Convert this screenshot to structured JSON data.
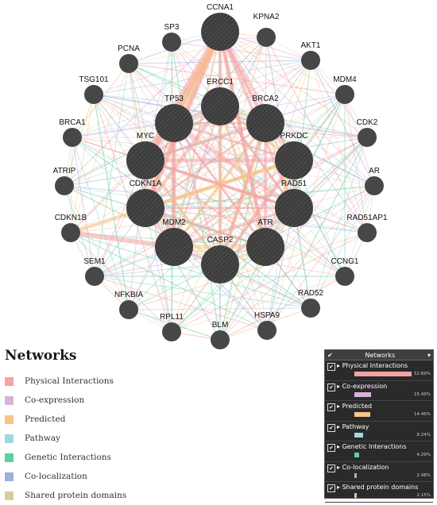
{
  "network": {
    "nodes": [
      {
        "id": "CCNA1",
        "big": true
      },
      {
        "id": "SP3",
        "big": false
      },
      {
        "id": "KPNA2",
        "big": false
      },
      {
        "id": "PCNA",
        "big": false
      },
      {
        "id": "AKT1",
        "big": false
      },
      {
        "id": "TSG101",
        "big": false
      },
      {
        "id": "MDM4",
        "big": false
      },
      {
        "id": "ERCC1",
        "big": true
      },
      {
        "id": "TP53",
        "big": true
      },
      {
        "id": "BRCA2",
        "big": true
      },
      {
        "id": "BRCA1",
        "big": false
      },
      {
        "id": "CDK2",
        "big": false
      },
      {
        "id": "MYC",
        "big": true
      },
      {
        "id": "PRKDC",
        "big": true
      },
      {
        "id": "ATRIP",
        "big": false
      },
      {
        "id": "AR",
        "big": false
      },
      {
        "id": "CDKN1A",
        "big": true
      },
      {
        "id": "RAD51",
        "big": true
      },
      {
        "id": "CDKN1B",
        "big": false
      },
      {
        "id": "RAD51AP1",
        "big": false
      },
      {
        "id": "MDM2",
        "big": true
      },
      {
        "id": "CASP2",
        "big": true
      },
      {
        "id": "ATR",
        "big": true
      },
      {
        "id": "SEM1",
        "big": false
      },
      {
        "id": "CCNG1",
        "big": false
      },
      {
        "id": "NFKBIA",
        "big": false
      },
      {
        "id": "RAD52",
        "big": false
      },
      {
        "id": "RPL11",
        "big": false
      },
      {
        "id": "HSPA9",
        "big": false
      },
      {
        "id": "BLM",
        "big": false
      }
    ]
  },
  "legend": {
    "title": "Networks",
    "items": [
      {
        "label": "Physical Interactions",
        "color": "#f4a3a3"
      },
      {
        "label": "Co-expression",
        "color": "#d8b3da"
      },
      {
        "label": "Predicted",
        "color": "#f7c58a"
      },
      {
        "label": "Pathway",
        "color": "#9fd9df"
      },
      {
        "label": "Genetic Interactions",
        "color": "#5fd19a"
      },
      {
        "label": "Co-localization",
        "color": "#9bb0da"
      },
      {
        "label": "Shared protein domains",
        "color": "#dccd98"
      }
    ]
  },
  "panel": {
    "title": "Networks",
    "check_glyph": "✔",
    "items": [
      {
        "label": "Physical Interactions",
        "pct": "52.69%",
        "fraction": 0.5269,
        "color": "#f4a3a3"
      },
      {
        "label": "Co-expression",
        "pct": "15.49%",
        "fraction": 0.1549,
        "color": "#d8b3da"
      },
      {
        "label": "Predicted",
        "pct": "14.46%",
        "fraction": 0.1446,
        "color": "#f7c58a"
      },
      {
        "label": "Pathway",
        "pct": "8.24%",
        "fraction": 0.0824,
        "color": "#9fd9df"
      },
      {
        "label": "Genetic Interactions",
        "pct": "4.29%",
        "fraction": 0.0429,
        "color": "#5fd19a"
      },
      {
        "label": "Co-localization",
        "pct": "2.48%",
        "fraction": 0.0248,
        "color": "#9bb0da"
      },
      {
        "label": "Shared protein domains",
        "pct": "2.15%",
        "fraction": 0.0215,
        "color": "#dccd98"
      }
    ]
  }
}
